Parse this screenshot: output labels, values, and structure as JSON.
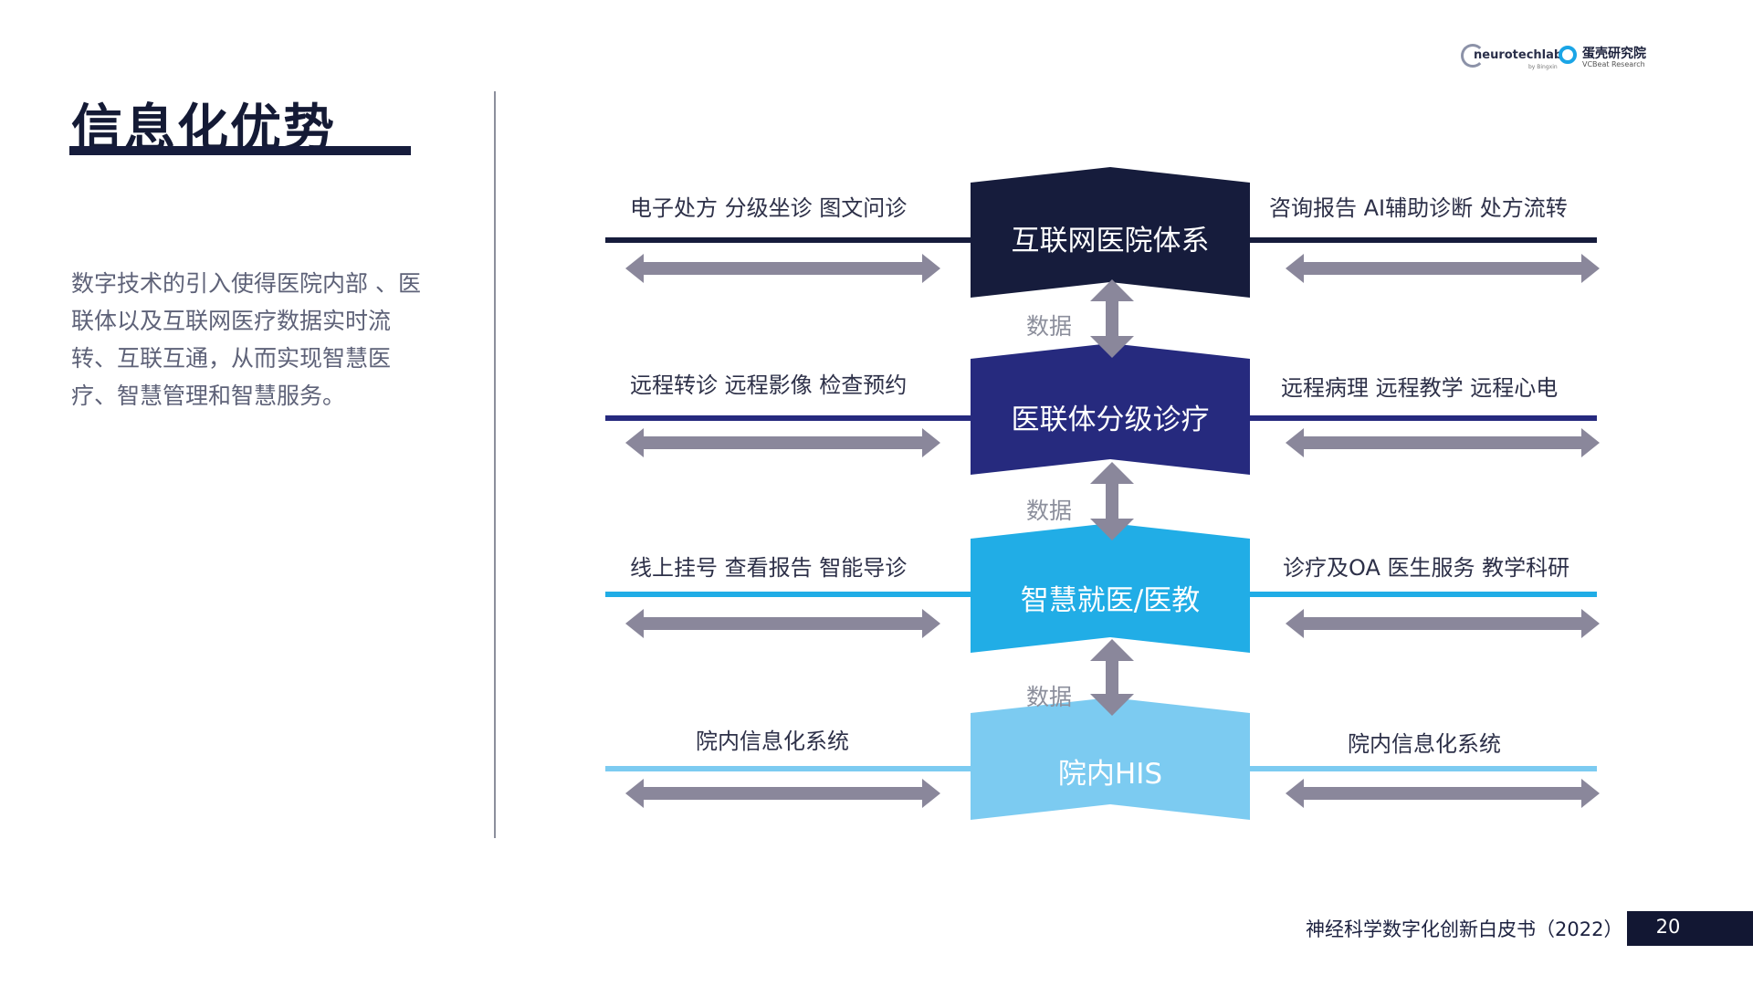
{
  "header": {
    "title": "信息化优势",
    "logos": {
      "neurotech": {
        "name": "neurotechlab",
        "sub": "by Bingxin"
      },
      "vcbeat": {
        "cn": "蛋壳研究院",
        "en": "VCBeat Research"
      }
    }
  },
  "intro_text": "数字技术的引入使得医院内部 、医联体以及互联网医疗数据实时流转、互联互通，从而实现智慧医疗、智慧管理和智慧服务。",
  "diagram": {
    "connector_label": "数据",
    "tiers": [
      {
        "center": "互联网医院体系",
        "left": "电子处方 分级坐诊 图文问诊",
        "right": "咨询报告 AI辅助诊断 处方流转",
        "color": "#161c3c"
      },
      {
        "center": "医联体分级诊疗",
        "left": "远程转诊 远程影像 检查预约",
        "right": "远程病理 远程教学 远程心电",
        "color": "#262a7e"
      },
      {
        "center": "智慧就医/医教",
        "left": "线上挂号 查看报告 智能导诊",
        "right": "诊疗及OA 医生服务 教学科研",
        "color": "#21ade6"
      },
      {
        "center": "院内HIS",
        "left": "院内信息化系统",
        "right": "院内信息化系统",
        "color": "#7ccbf1"
      }
    ],
    "arrow_color": "#8a879b"
  },
  "footer": {
    "text": "神经科学数字化创新白皮书（2022）",
    "page_number": "20"
  }
}
